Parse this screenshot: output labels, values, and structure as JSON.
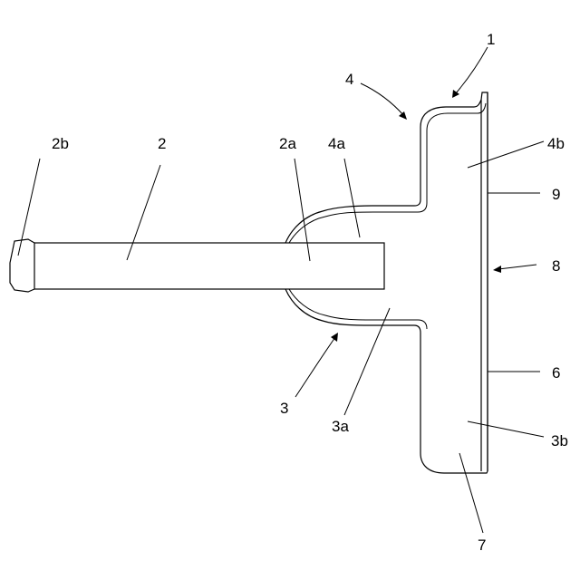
{
  "labels": {
    "l1": "1",
    "l2": "2",
    "l2a": "2a",
    "l2b": "2b",
    "l3": "3",
    "l3a": "3a",
    "l3b": "3b",
    "l4": "4",
    "l4a": "4a",
    "l4b": "4b",
    "l6": "6",
    "l7": "7",
    "l8": "8",
    "l9": "9"
  }
}
